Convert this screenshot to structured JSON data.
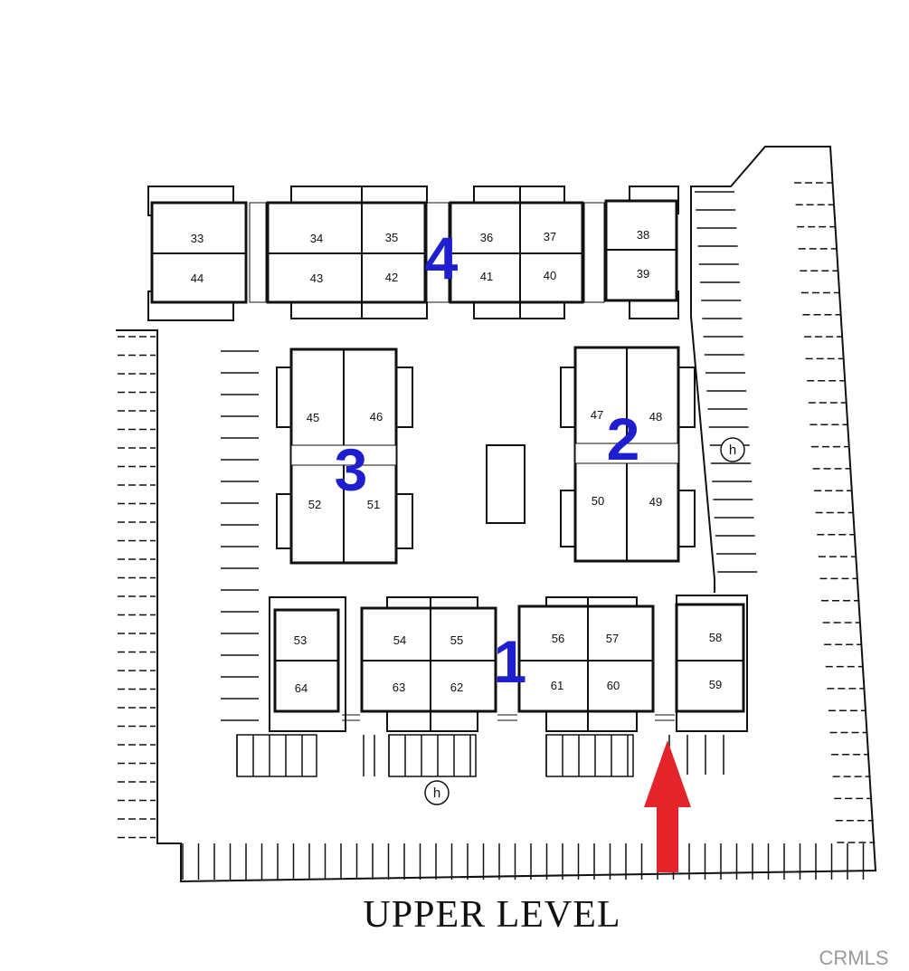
{
  "map": {
    "title": "UPPER LEVEL",
    "watermark": "CRMLS",
    "handicap_symbol": "h",
    "building_label_color": "#1f1fd0",
    "arrow_color": "#e3252b",
    "line_color": "#111111",
    "buildings": [
      {
        "number": "4",
        "units": [
          "33",
          "44",
          "34",
          "43",
          "35",
          "42",
          "36",
          "41",
          "37",
          "40",
          "38",
          "39"
        ]
      },
      {
        "number": "3",
        "units": [
          "45",
          "46",
          "52",
          "51"
        ]
      },
      {
        "number": "2",
        "units": [
          "47",
          "48",
          "50",
          "49"
        ]
      },
      {
        "number": "1",
        "units": [
          "53",
          "64",
          "54",
          "63",
          "55",
          "62",
          "56",
          "61",
          "57",
          "60",
          "58",
          "59"
        ]
      }
    ]
  }
}
